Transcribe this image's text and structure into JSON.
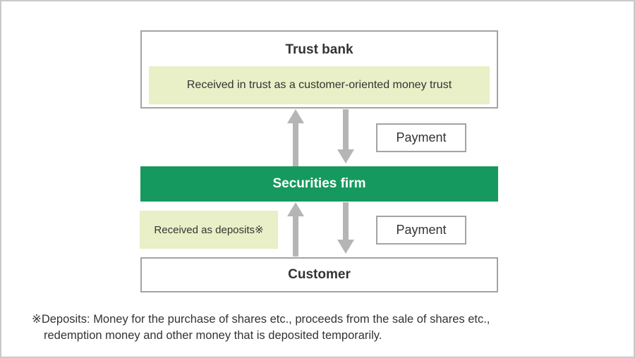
{
  "diagram": {
    "trust_bank": {
      "title": "Trust bank",
      "note": "Received in trust as a customer-oriented money trust"
    },
    "securities_firm": {
      "title": "Securities firm"
    },
    "customer": {
      "title": "Customer"
    },
    "deposits_note": "Received as deposits※",
    "payment_top_label": "Payment",
    "payment_bottom_label": "Payment",
    "footnote": {
      "line1": "※Deposits: Money for the purchase of shares etc., proceeds from the sale of shares etc.,",
      "line2": "redemption money and other money that is deposited temporarily."
    }
  },
  "colors": {
    "green": "#16995f",
    "light_green": "#e9efc6",
    "arrow_gray": "#b5b5b5",
    "box_border": "#a3a3a3",
    "frame_border": "#c9c9c9",
    "text_dark": "#333333"
  }
}
